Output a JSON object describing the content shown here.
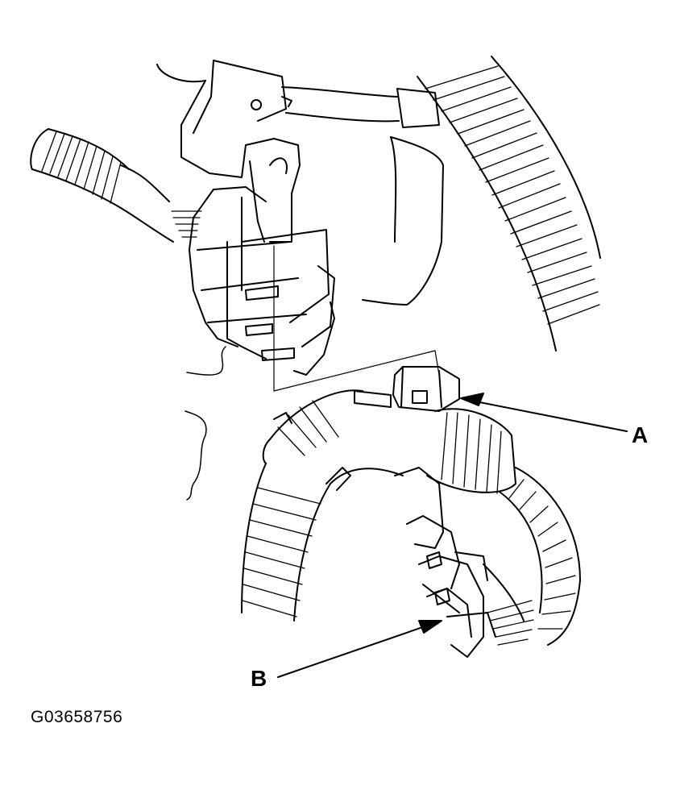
{
  "callouts": {
    "a": {
      "letter": "A"
    },
    "b": {
      "letter": "B"
    }
  },
  "figure_id": "G03658756",
  "colors": {
    "ink": "#000000",
    "paper": "#ffffff"
  }
}
